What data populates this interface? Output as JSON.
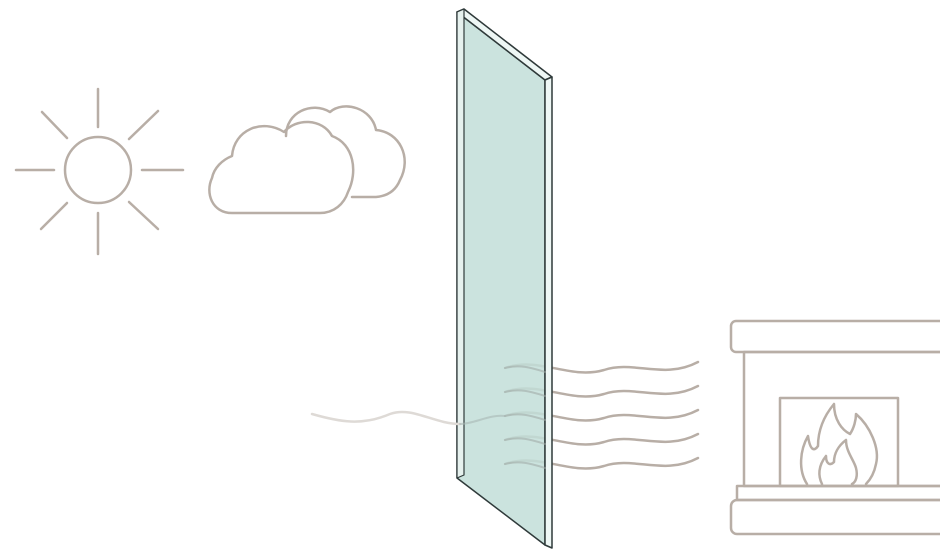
{
  "diagram": {
    "elements": [
      {
        "name": "sun-icon"
      },
      {
        "name": "cloud-icon"
      },
      {
        "name": "glass-pane"
      },
      {
        "name": "heat-waves-outside"
      },
      {
        "name": "heat-waves-inside"
      },
      {
        "name": "fireplace-icon"
      }
    ],
    "colors": {
      "line": "#b8aea6",
      "line_faded": "#dedad6",
      "glass_fill": "#c2ded8",
      "glass_edge": "#2f3a3a",
      "glass_face": "#eef7f5",
      "background": "#ffffff"
    }
  }
}
